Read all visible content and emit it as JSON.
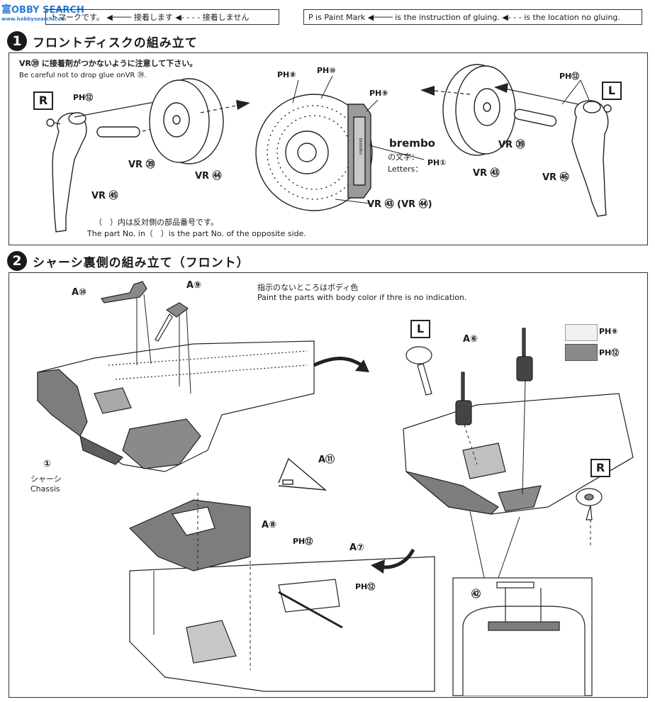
{
  "watermark": {
    "brand_cn": "富",
    "brand_en": "OBBY SEARCH",
    "url": "www.hobbysearch.com"
  },
  "legend": {
    "left_prefix": "トマークです。",
    "left_glue": "接着します",
    "left_noglue": "接着しません",
    "right_paint": "P is Paint Mark",
    "right_glue": "is the instruction of gluing.",
    "right_noglue": "is the location no gluing."
  },
  "step1": {
    "number": "1",
    "title": "フロントディスクの組み立て",
    "note_jp": "VR㊴ に接着剤がつかないように注意して下さい。",
    "note_en": "Be careful not to drop glue onVR ㊴.",
    "side_left": "R",
    "side_right": "L",
    "labels": {
      "ph12_left": "PH⑫",
      "vr39_left": "VR ㊴",
      "vr44": "VR ㊹",
      "vr45": "VR ㊺",
      "ph8": "PH⑧",
      "ph10": "PH⑩",
      "ph9": "PH⑨",
      "brembo": "brembo",
      "brembo_jp": "の文字：",
      "brembo_en": "Letters：",
      "ph1": "PH①",
      "vr43_44": "VR ㊸ (VR ㊹)",
      "ph12_right": "PH⑫",
      "vr39_right": "VR ㊴",
      "vr43": "VR ㊸",
      "vr46": "VR ㊻"
    },
    "footnote_jp": "（　）内は反対側の部品番号です。",
    "footnote_en": "The part No. in（　）is the part No. of the opposite side."
  },
  "step2": {
    "number": "2",
    "title": "シャーシ裏側の組み立て（フロント）",
    "note_jp": "指示のないところはボディ色",
    "note_en": "Paint the parts with body color if thre is no indication.",
    "labels": {
      "a10": "A⑩",
      "a9": "A⑨",
      "chassis_num": "①",
      "chassis_jp": "シャーシ",
      "chassis_en": "Chassis",
      "a11": "A⑪",
      "a8": "A⑧",
      "a7": "A⑦",
      "ph12_a": "PH⑫",
      "ph12_b": "PH⑫",
      "a6": "A⑥",
      "side_l": "L",
      "side_r": "R",
      "swatch_light": "PH⑧",
      "swatch_dark": "PH⑫",
      "part42": "㊷"
    }
  },
  "colors": {
    "swatch_light": "#f0f0f0",
    "swatch_dark": "#8a8a8a",
    "part_gray": "#7d7d7d"
  }
}
